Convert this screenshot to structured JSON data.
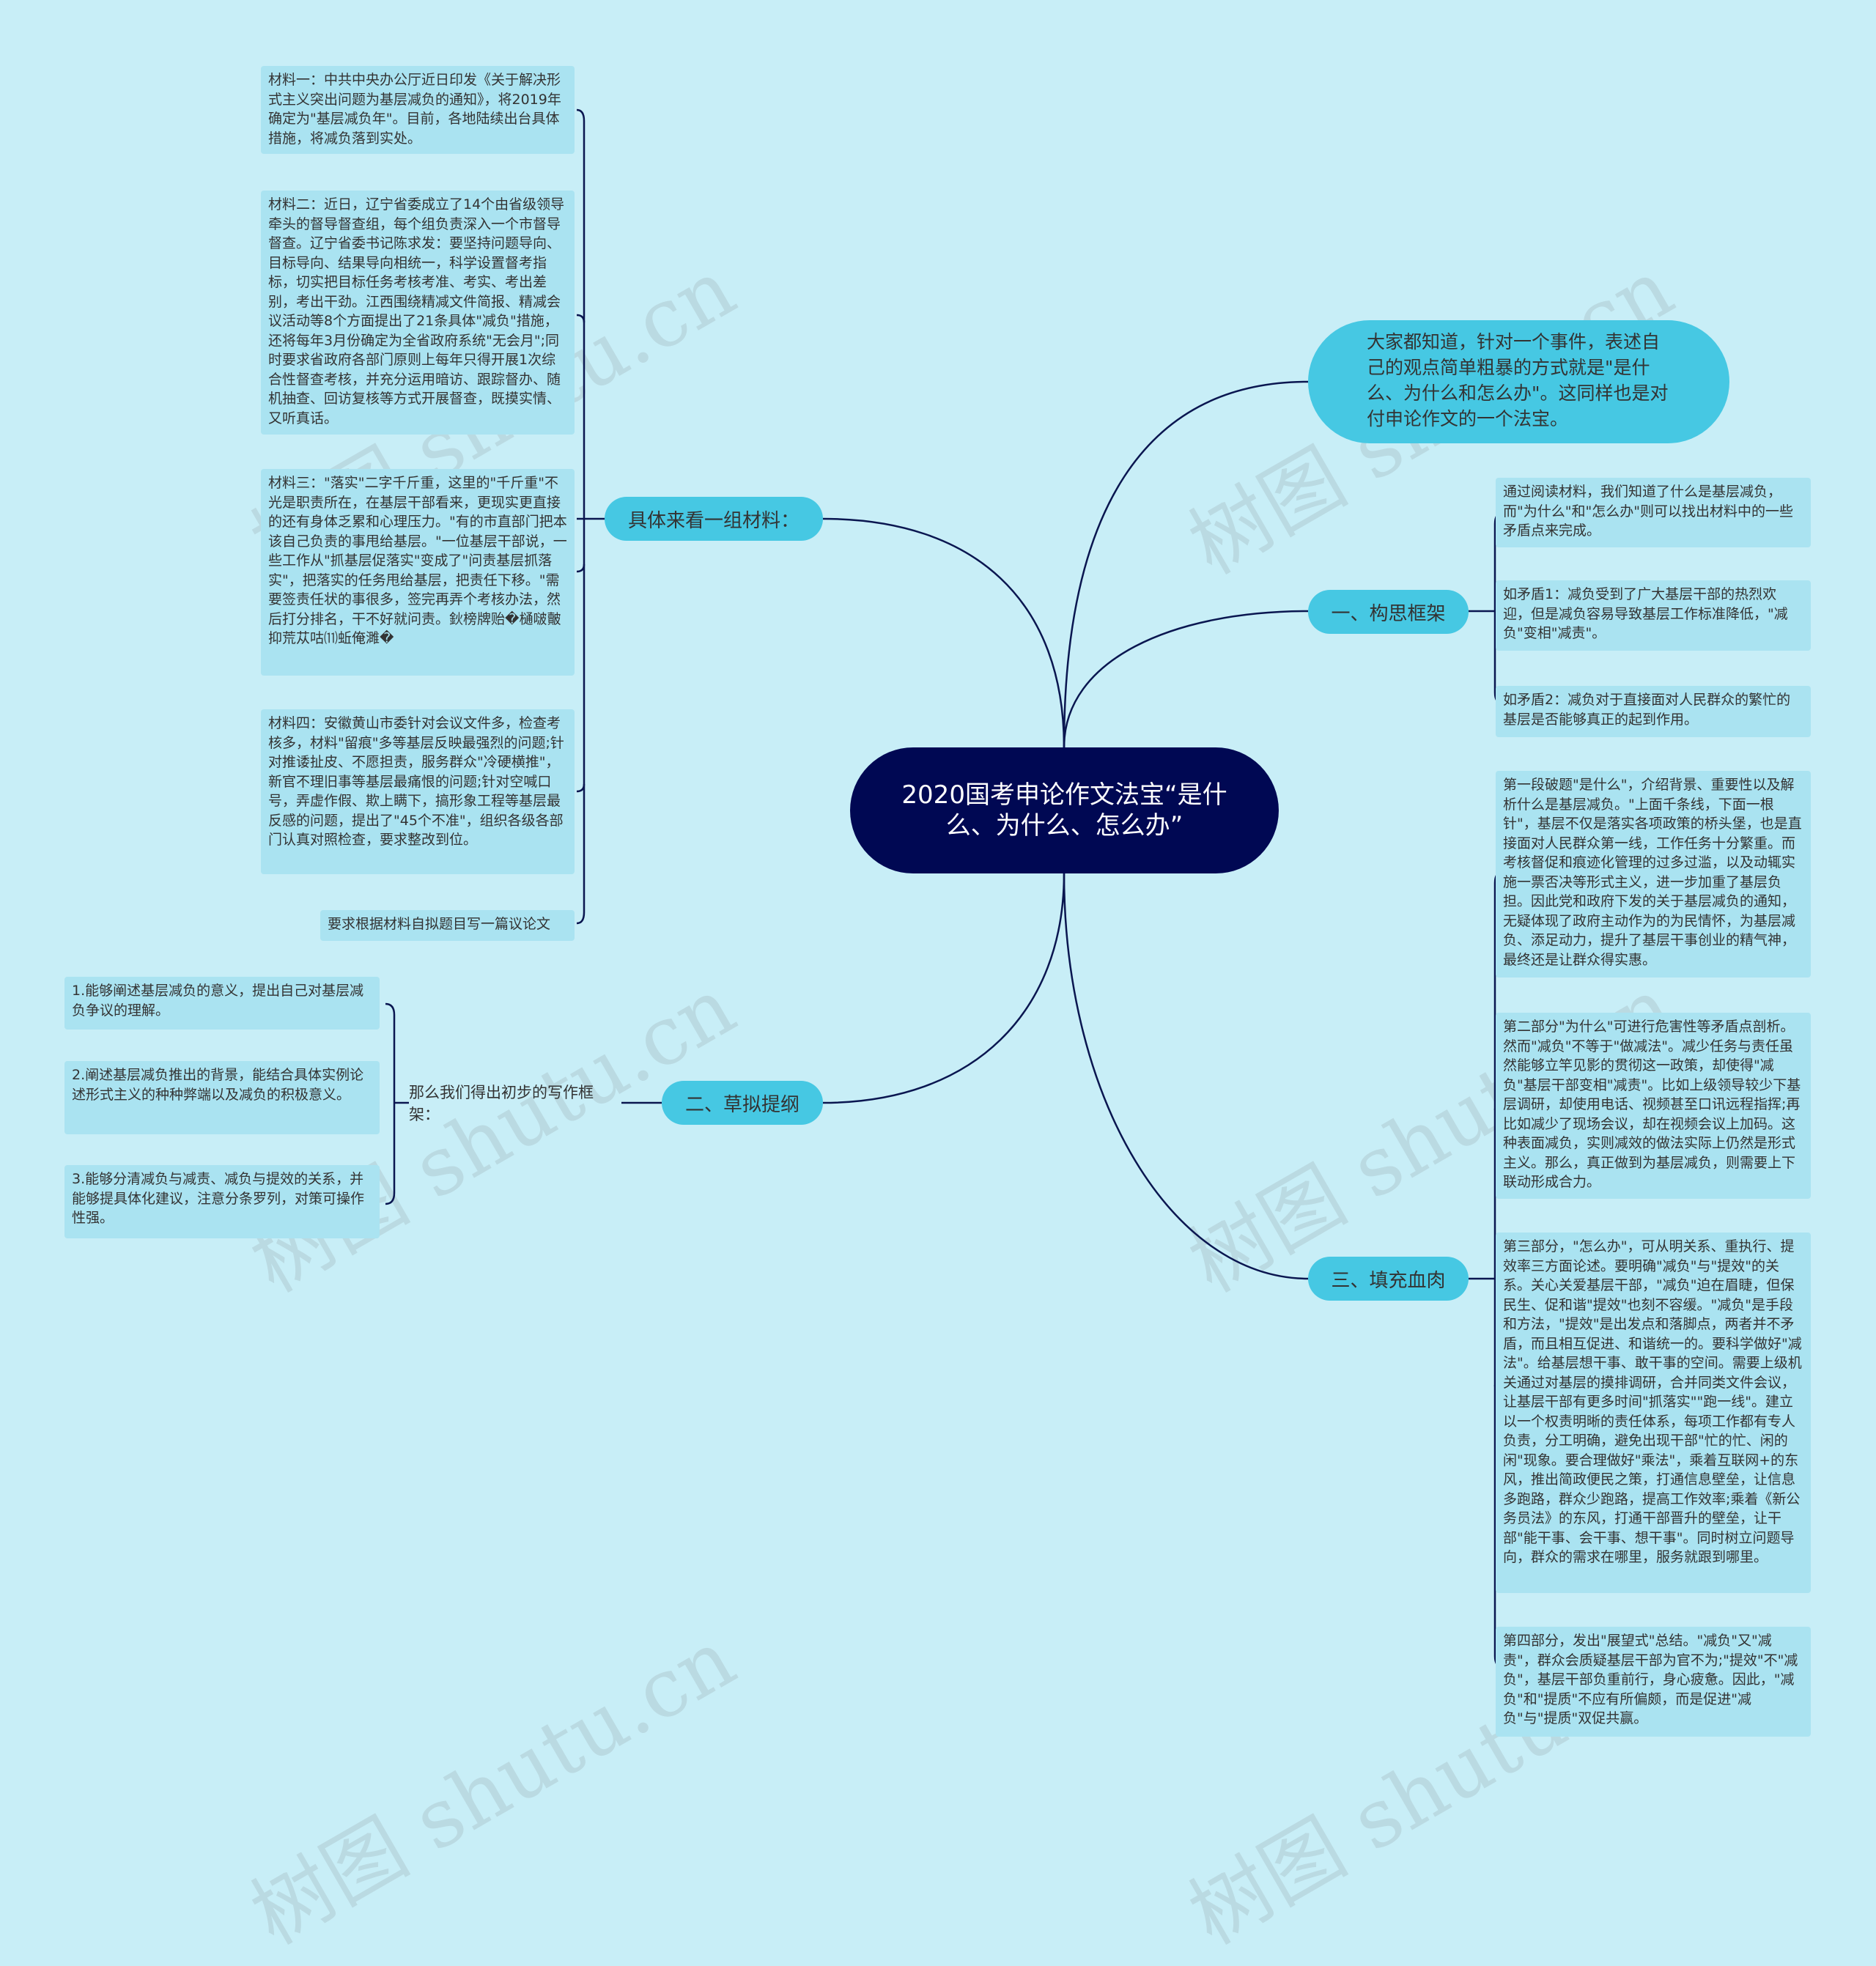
{
  "watermark": "树图 shutu.cn",
  "central": {
    "title": "2020国考申论作文法宝“是什么、为什么、怎么办”"
  },
  "intro": {
    "text": "大家都知道，针对一个事件，表述自己的观点简单粗暴的方式就是\"是什么、为什么和怎么办\"。这同样也是对付申论作文的一个法宝。"
  },
  "materials": {
    "label": "具体来看一组材料：",
    "items": [
      "材料一：中共中央办公厅近日印发《关于解决形式主义突出问题为基层减负的通知》，将2019年确定为\"基层减负年\"。目前，各地陆续出台具体措施，将减负落到实处。",
      "材料二：近日，辽宁省委成立了14个由省级领导牵头的督导督查组，每个组负责深入一个市督导督查。辽宁省委书记陈求发：要坚持问题导向、目标导向、结果导向相统一，科学设置督考指标，切实把目标任务考核考准、考实、考出差别，考出干劲。江西围绕精减文件简报、精减会议活动等8个方面提出了21条具体\"减负\"措施，还将每年3月份确定为全省政府系统\"无会月\";同时要求省政府各部门原则上每年只得开展1次综合性督查考核，并充分运用暗访、跟踪督办、随机抽查、回访复核等方式开展督查，既摸实情、又听真话。",
      "材料三：\"落实\"二字千斤重，这里的\"千斤重\"不光是职责所在，在基层干部看来，更现实更直接的还有身体乏累和心理压力。\"有的市直部门把本该自己负责的事甩给基层。\"一位基层干部说，一些工作从\"抓基层促落实\"变成了\"问责基层抓落实\"，把落实的任务甩给基层，把责任下移。\"需要签责任状的事很多，签完再弄个考核办法，然后打分排名，干不好就问责。鈥榜牌贻�樋啵皾抑荒苁咕⑾蚯俺濉�",
      "材料四：安徽黄山市委针对会议文件多，检查考核多，材料\"留痕\"多等基层反映最强烈的问题;针对推诿扯皮、不愿担责，服务群众\"冷硬横推\"，新官不理旧事等基层最痛恨的问题;针对空喊口号，弄虚作假、欺上瞒下，搞形象工程等基层最反感的问题，提出了\"45个不准\"，组织各级各部门认真对照检查，要求整改到位。",
      "要求根据材料自拟题目写一篇议论文"
    ]
  },
  "framework": {
    "label": "一、构思框架",
    "items": [
      "通过阅读材料，我们知道了什么是基层减负，而\"为什么\"和\"怎么办\"则可以找出材料中的一些矛盾点来完成。",
      "如矛盾1：减负受到了广大基层干部的热烈欢迎，但是减负容易导致基层工作标准降低，\"减负\"变相\"减责\"。",
      "如矛盾2：减负对于直接面对人民群众的繁忙的基层是否能够真正的起到作用。"
    ]
  },
  "outline": {
    "label": "二、草拟提纲",
    "sub_label": "那么我们得出初步的写作框架：",
    "items": [
      "1.能够阐述基层减负的意义，提出自己对基层减负争议的理解。",
      "2.阐述基层减负推出的背景，能结合具体实例论述形式主义的种种弊端以及减负的积极意义。",
      "3.能够分清减负与减责、减负与提效的关系，并能够提具体化建议，注意分条罗列，对策可操作性强。"
    ]
  },
  "content": {
    "label": "三、填充血肉",
    "items": [
      "第一段破题\"是什么\"，介绍背景、重要性以及解析什么是基层减负。\"上面千条线，下面一根针\"，基层不仅是落实各项政策的桥头堡，也是直接面对人民群众第一线，工作任务十分繁重。而考核督促和痕迹化管理的过多过滥，以及动辄实施一票否决等形式主义，进一步加重了基层负担。因此党和政府下发的关于基层减负的通知，无疑体现了政府主动作为的为民情怀，为基层减负、添足动力，提升了基层干事创业的精气神，最终还是让群众得实惠。",
      "第二部分\"为什么\"可进行危害性等矛盾点剖析。然而\"减负\"不等于\"做减法\"。减少任务与责任虽然能够立竿见影的贯彻这一政策，却使得\"减负\"基层干部变相\"减责\"。比如上级领导较少下基层调研，却使用电话、视频甚至口讯远程指挥;再比如减少了现场会议，却在视频会议上加码。这种表面减负，实则减效的做法实际上仍然是形式主义。那么，真正做到为基层减负，则需要上下联动形成合力。",
      "第三部分，\"怎么办\"，可从明关系、重执行、提效率三方面论述。要明确\"减负\"与\"提效\"的关系。关心关爱基层干部，\"减负\"迫在眉睫，但保民生、促和谐\"提效\"也刻不容缓。\"减负\"是手段和方法，\"提效\"是出发点和落脚点，两者并不矛盾，而且相互促进、和谐统一的。要科学做好\"减法\"。给基层想干事、敢干事的空间。需要上级机关通过对基层的摸排调研，合并同类文件会议，让基层干部有更多时间\"抓落实\"\"跑一线\"。建立以一个权责明晰的责任体系，每项工作都有专人负责，分工明确，避免出现干部\"忙的忙、闲的闲\"现象。要合理做好\"乘法\"，乘着互联网+的东风，推出简政便民之策，打通信息壁垒，让信息多跑路，群众少跑路，提高工作效率;乘着《新公务员法》的东风，打通干部晋升的壁垒，让干部\"能干事、会干事、想干事\"。同时树立问题导向，群众的需求在哪里，服务就跟到哪里。",
      "第四部分，发出\"展望式\"总结。\"减负\"又\"减责\"，群众会质疑基层干部为官不为;\"提效\"不\"减负\"，基层干部负重前行，身心疲惫。因此，\"减负\"和\"提质\"不应有所偏颇，而是促进\"减负\"与\"提质\"双促共赢。"
    ]
  }
}
